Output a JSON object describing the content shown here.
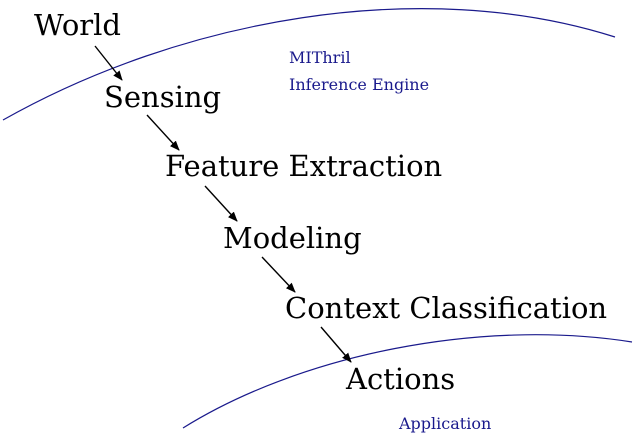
{
  "colors": {
    "boundary": "#1a1a8c",
    "region_text": "#1a1a8c",
    "stage_text": "#000000",
    "arrow": "#000000"
  },
  "regions": {
    "engine": {
      "line1": "MIThril",
      "line2": "Inference Engine"
    },
    "application": {
      "label": "Application"
    }
  },
  "stages": [
    {
      "label": "World"
    },
    {
      "label": "Sensing"
    },
    {
      "label": "Feature Extraction"
    },
    {
      "label": "Modeling"
    },
    {
      "label": "Context Classification"
    },
    {
      "label": "Actions"
    }
  ]
}
